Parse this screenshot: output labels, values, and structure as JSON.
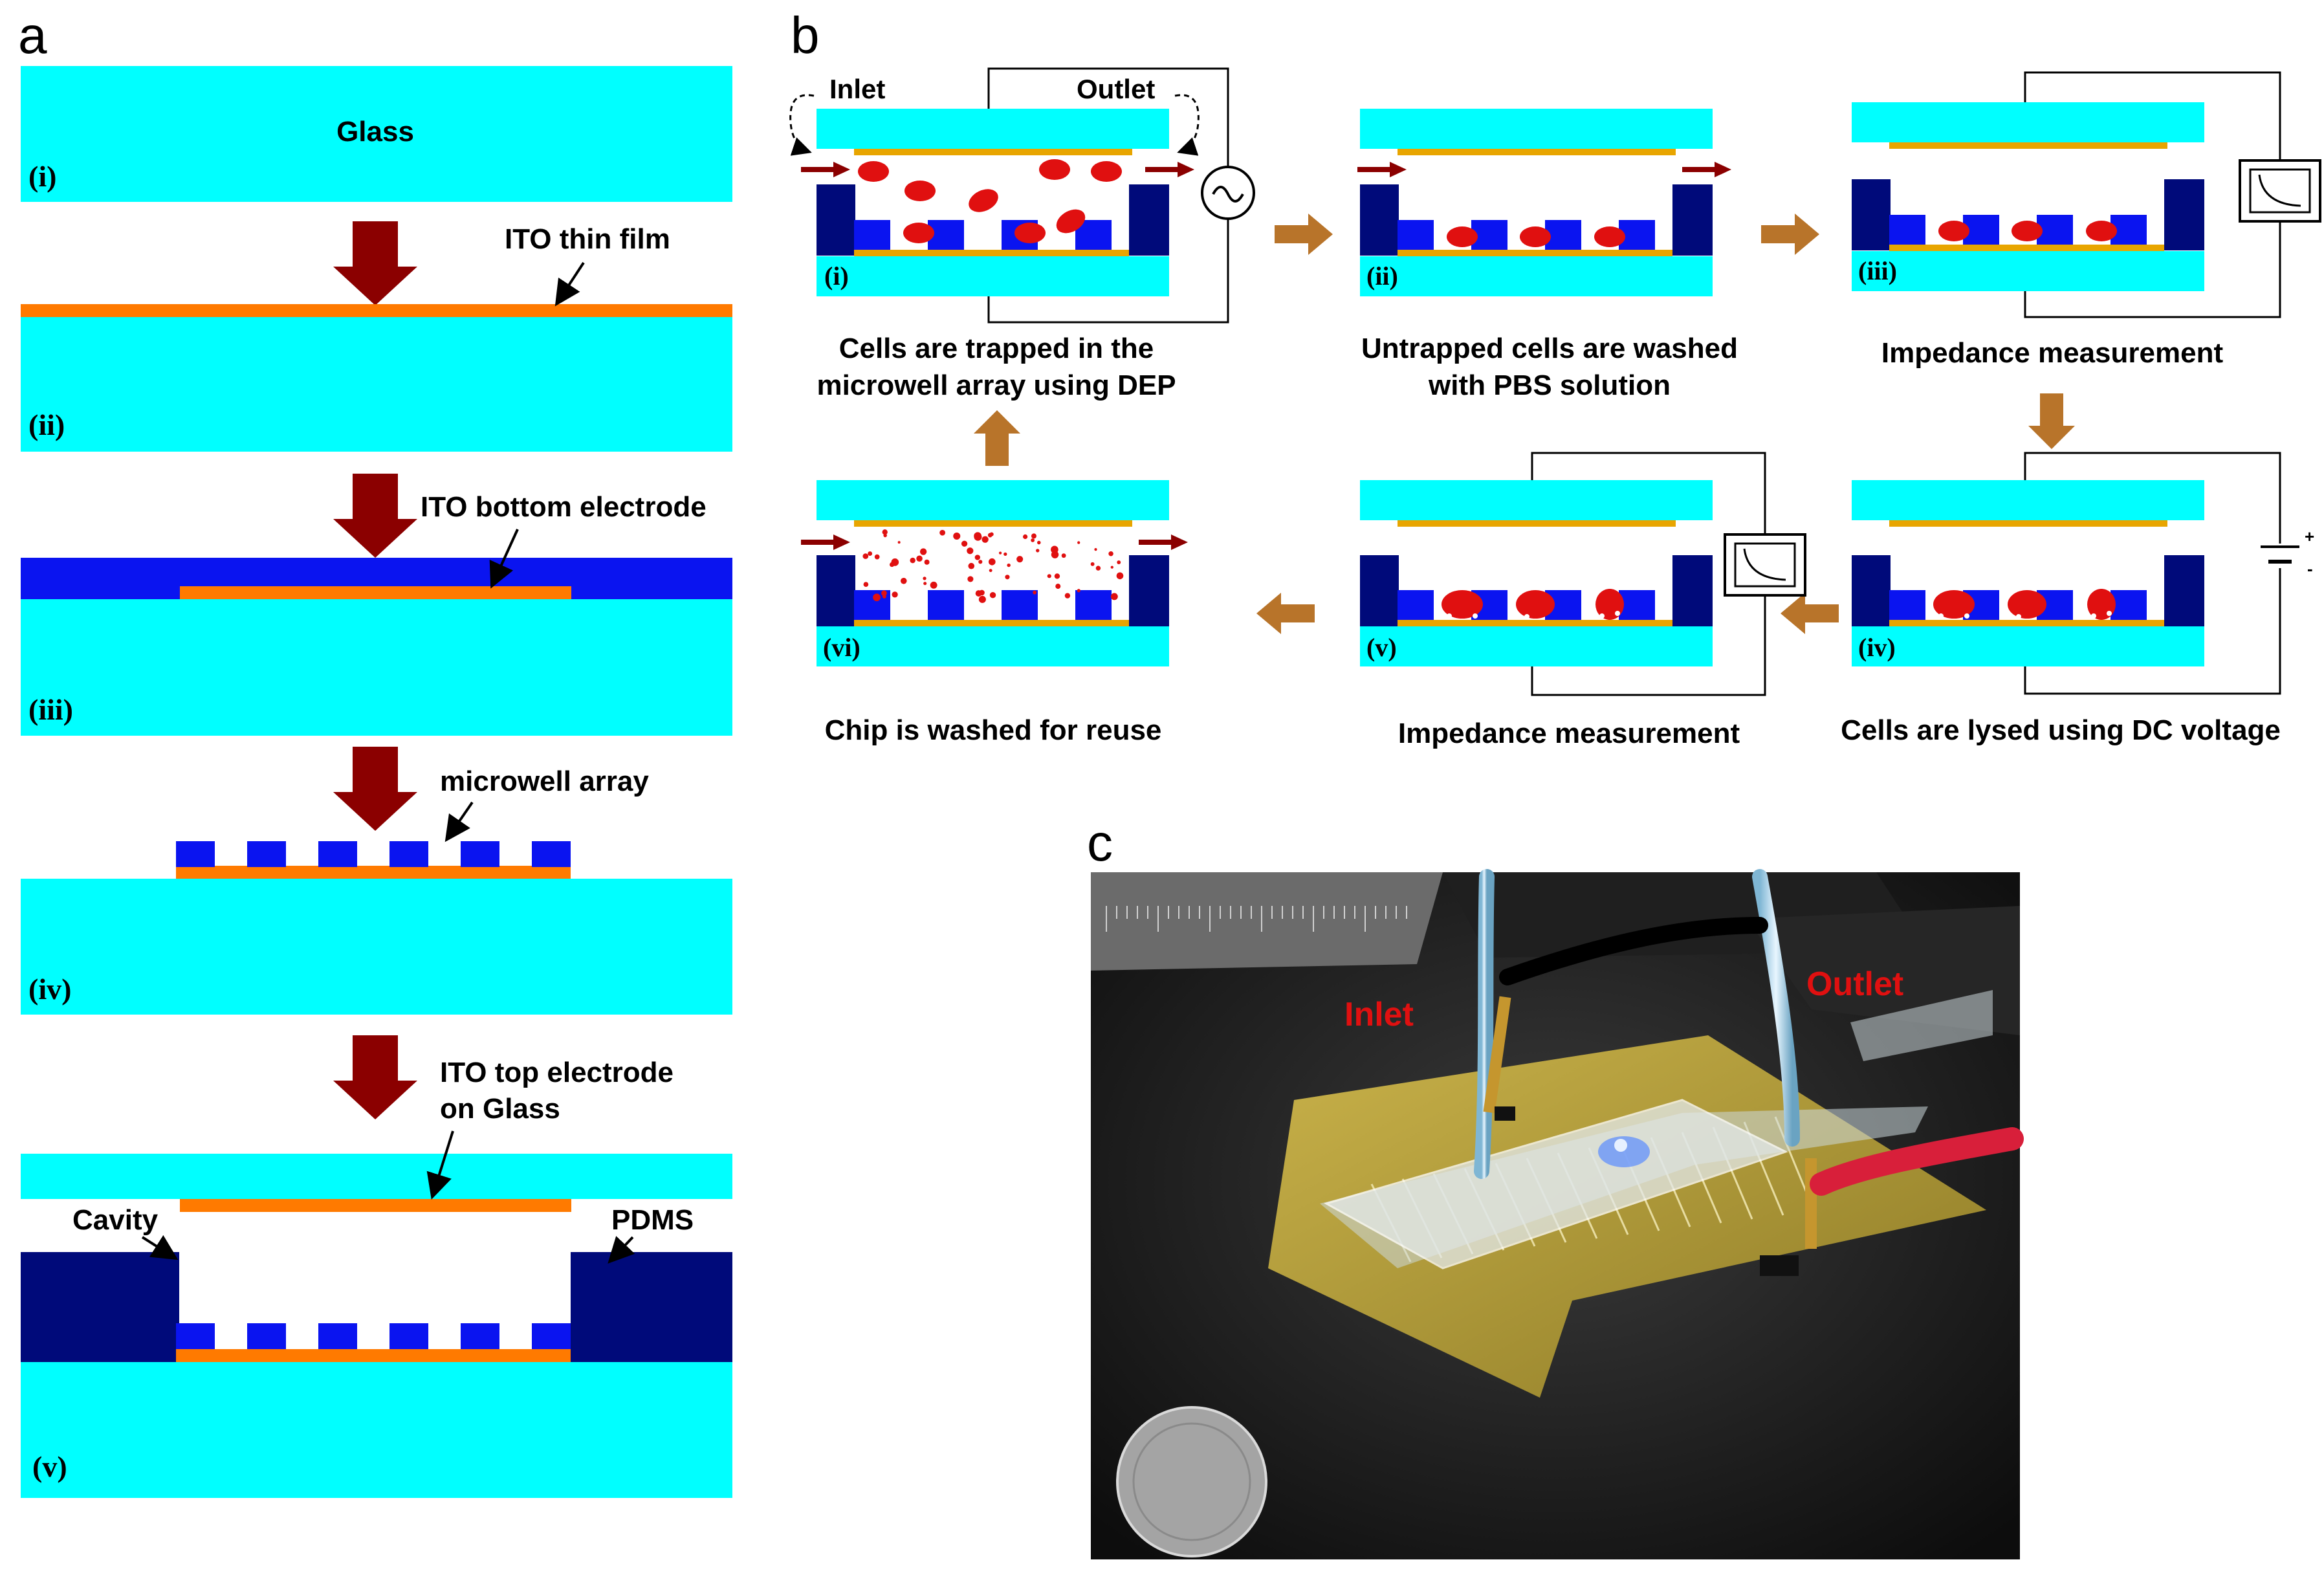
{
  "panels": {
    "a": "a",
    "b": "b",
    "c": "c"
  },
  "panel_a": {
    "glass": "Glass",
    "ito_film": "ITO thin film",
    "ito_bottom": "ITO bottom electrode",
    "microwell": "microwell array",
    "ito_top_line1": "ITO top electrode",
    "ito_top_line2": "on Glass",
    "cavity": "Cavity",
    "pdms": "PDMS",
    "steps": [
      "(i)",
      "(ii)",
      "(iii)",
      "(iv)",
      "(v)"
    ]
  },
  "panel_b": {
    "inlet": "Inlet",
    "outlet": "Outlet",
    "steps": [
      "(i)",
      "(ii)",
      "(iii)",
      "(iv)",
      "(v)",
      "(vi)"
    ],
    "cap1_line1": "Cells are trapped in the",
    "cap1_line2": "microwell array using DEP",
    "cap2_line1": "Untrapped cells are washed",
    "cap2_line2": "with PBS solution",
    "cap3": "Impedance measurement",
    "cap4": "Cells are lysed using DC voltage",
    "cap5": "Impedance measurement",
    "cap6": "Chip is washed for reuse",
    "plus": "+",
    "minus": "-"
  },
  "panel_c": {
    "inlet": "Inlet",
    "outlet": "Outlet"
  },
  "colors": {
    "glass": "#00ffff",
    "ito": "#ff7a00",
    "ito_b": "#e8a500",
    "microwell": "#0a14f0",
    "pdms": "#000a7a",
    "arrow_a": "#8b0000",
    "arrow_b": "#b8742a",
    "cell": "#e01010"
  }
}
